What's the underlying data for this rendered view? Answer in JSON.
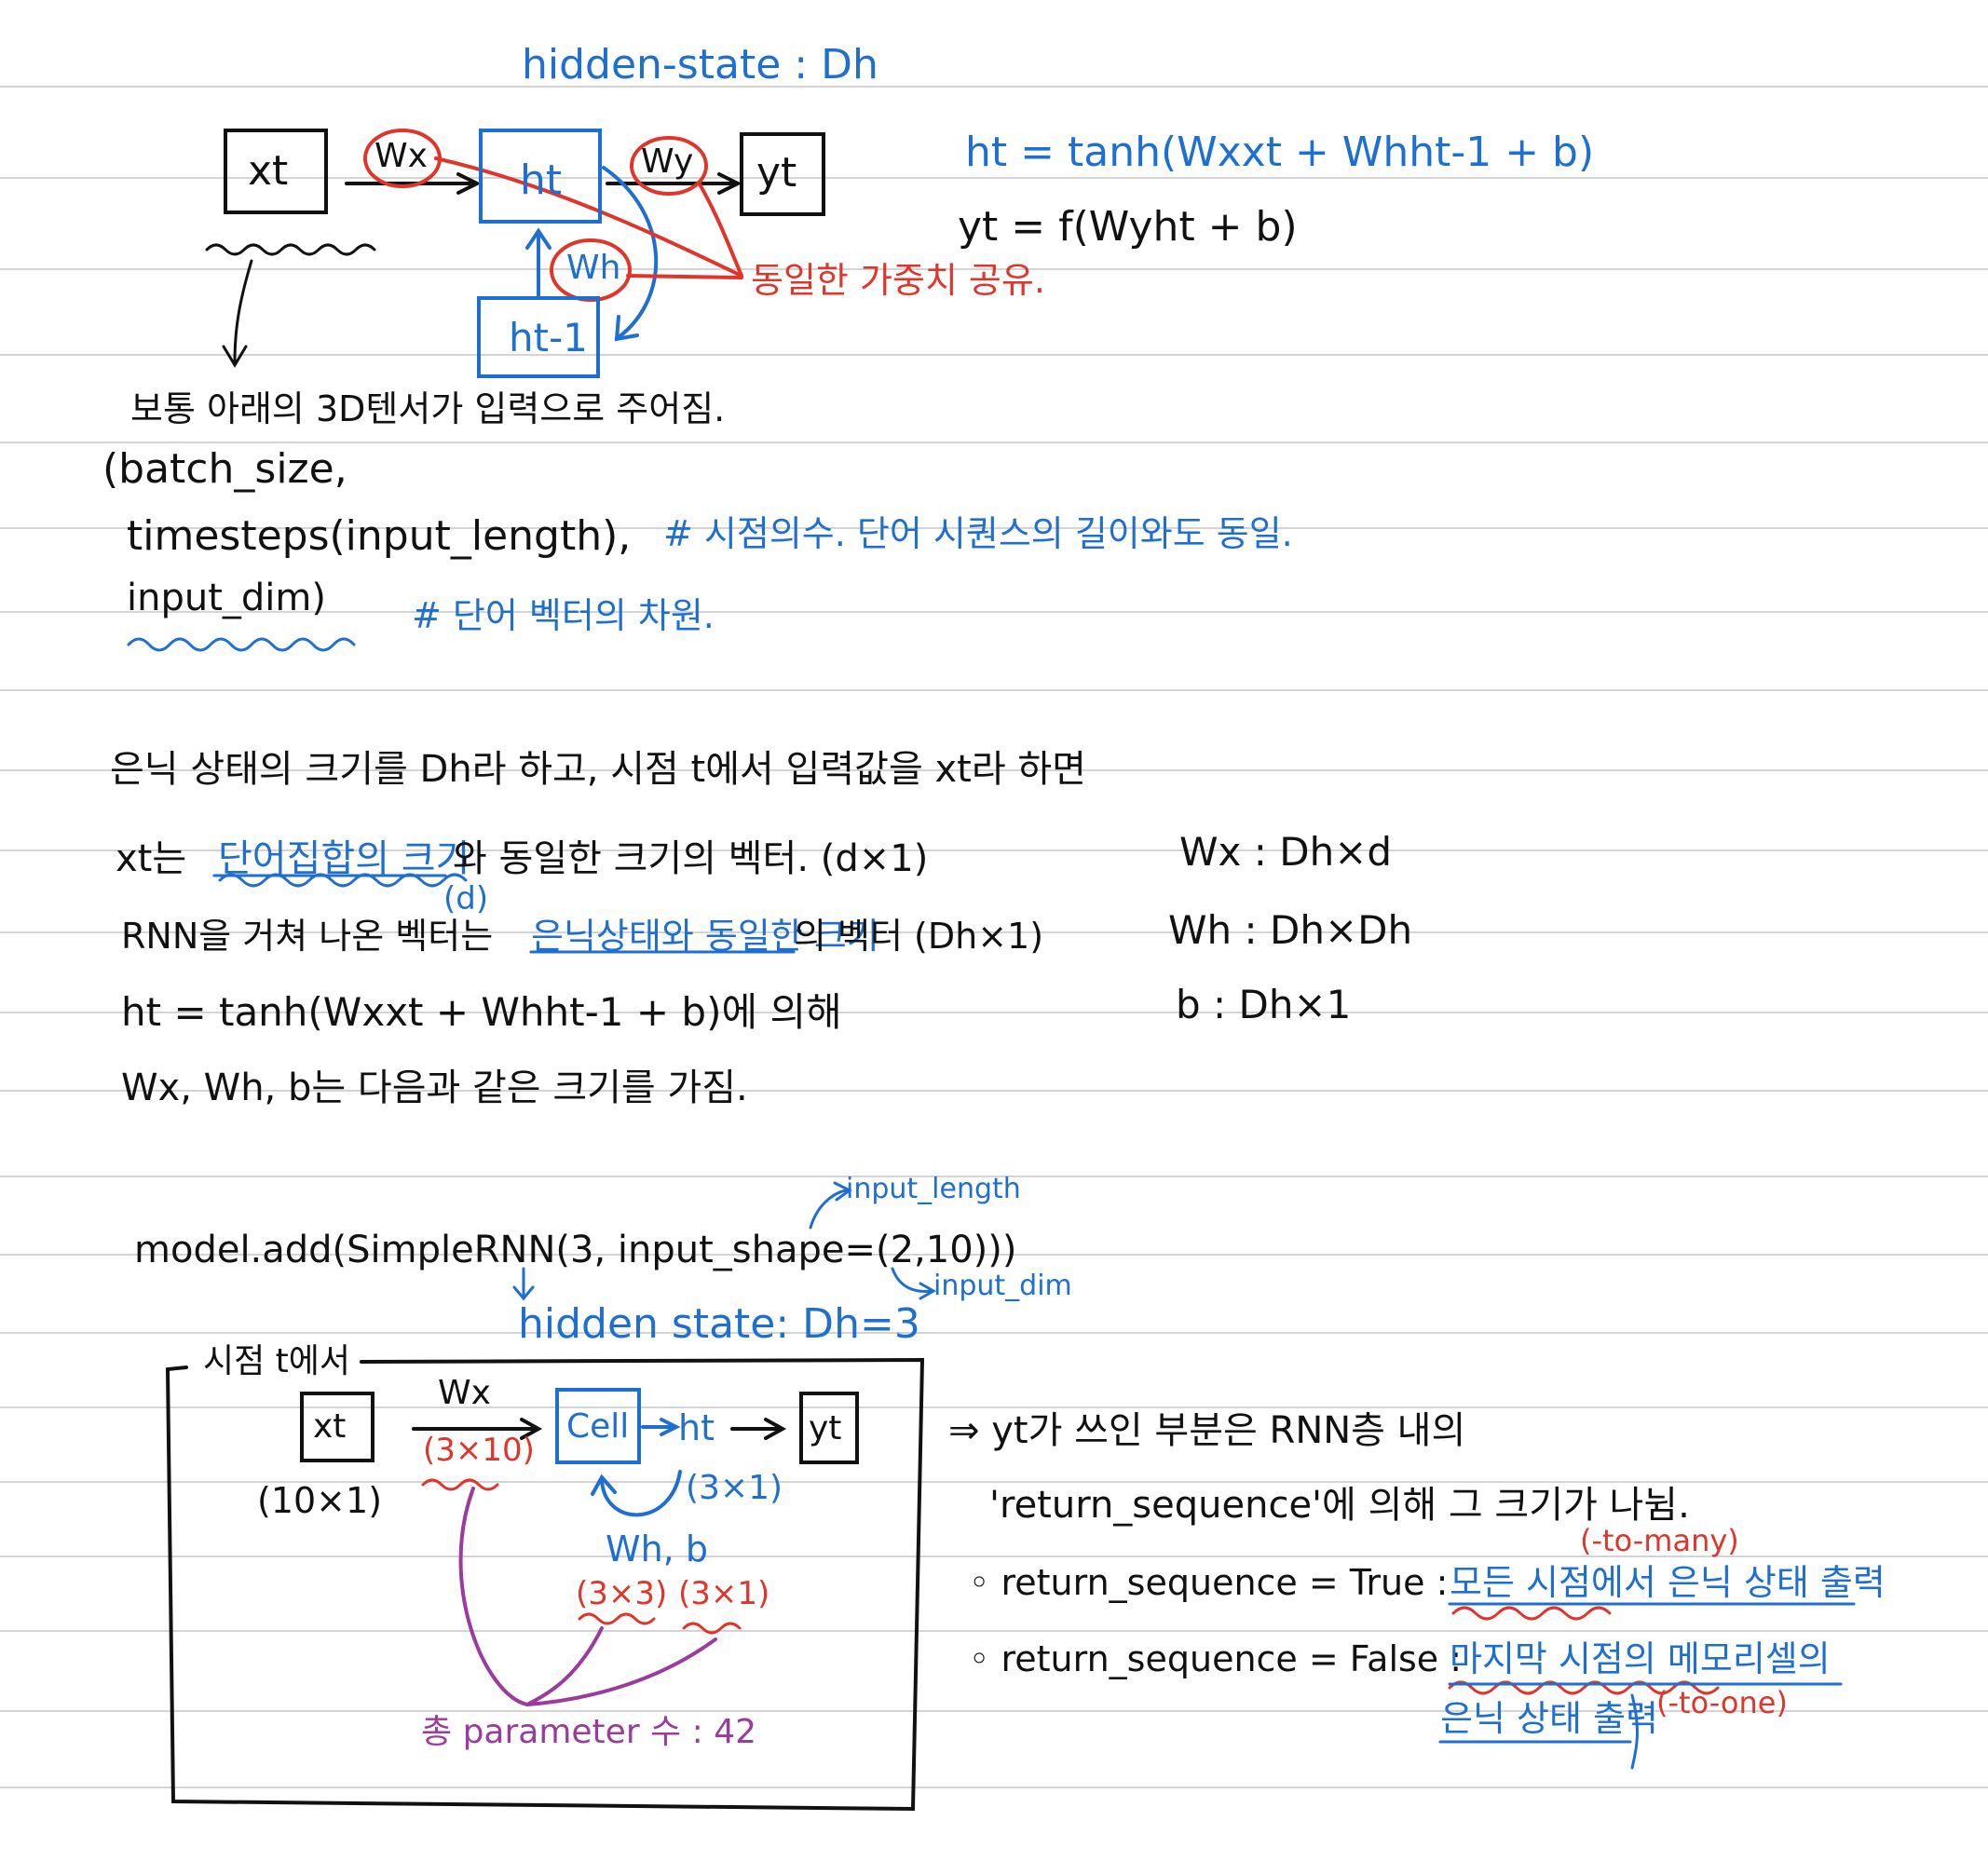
{
  "diagram1": {
    "title": "hidden-state : Dh",
    "xt": "xt",
    "ht": "ht",
    "htm1": "ht-1",
    "yt": "yt",
    "wx": "Wx",
    "wy": "Wy",
    "wh": "Wh",
    "shared_note": "동일한 가중치 공유.",
    "eq1": "ht = tanh(Wxxt + Whht-1 + b)",
    "eq2": "yt = f(Wyht + b)"
  },
  "input_note": {
    "line1": "보통 아래의 3D텐서가 입력으로 주어짐.",
    "line2": "(batch_size,",
    "line3": "timesteps(input_length),",
    "line3_comment": "# 시점의수. 단어 시퀀스의 길이와도 동일.",
    "line4": "input_dim)",
    "line4_comment": "# 단어 벡터의 차원."
  },
  "explanation": {
    "p1": "은닉 상태의 크기를 Dh라 하고, 시점 t에서 입력값을 xt라 하면",
    "p2a": "xt는",
    "p2b": "단어집합의 크기",
    "p2c": "와 동일한 크기의 벡터. (d×1)",
    "p2_d": "(d)",
    "p3a": "RNN을 거쳐 나온 벡터는",
    "p3b": "은닉상태와 동일한 크기",
    "p3c": "의 벡터 (Dh×1)",
    "p4": "ht = tanh(Wxxt + Whht-1 + b)에 의해",
    "p5": "Wx, Wh, b는 다음과 같은 크기를 가짐.",
    "s1": "Wx : Dh×d",
    "s2": "Wh : Dh×Dh",
    "s3": "b : Dh×1"
  },
  "model": {
    "code": "model.add(SimpleRNN(3, input_shape=(2,10)))",
    "input_length": "input_length",
    "input_dim": "input_dim",
    "hidden": "hidden state: Dh=3",
    "frame_title": "시점 t에서",
    "xt": "xt",
    "xt_size": "(10×1)",
    "wx": "Wx",
    "wx_size": "(3×10)",
    "cell": "Cell",
    "ht": "ht",
    "ht_size": "(3×1)",
    "yt": "yt",
    "whb": "Wh, b",
    "wh_size": "(3×3)",
    "b_size": "(3×1)",
    "total": "총 parameter 수 : 42"
  },
  "return_seq": {
    "line1": "⇒ yt가 쓰인 부분은 RNN층 내의",
    "line2": "'return_sequence'에 의해 그 크기가 나뉨.",
    "many": "(-to-many)",
    "true_key": "◦ return_sequence = True :",
    "true_val": "모든 시점에서 은닉 상태 출력",
    "false_key": "◦ return_sequence = False :",
    "false_val1": "마지막 시점의 메모리셀의",
    "false_val2": "은닉 상태 출력",
    "one": "(-to-one)"
  }
}
